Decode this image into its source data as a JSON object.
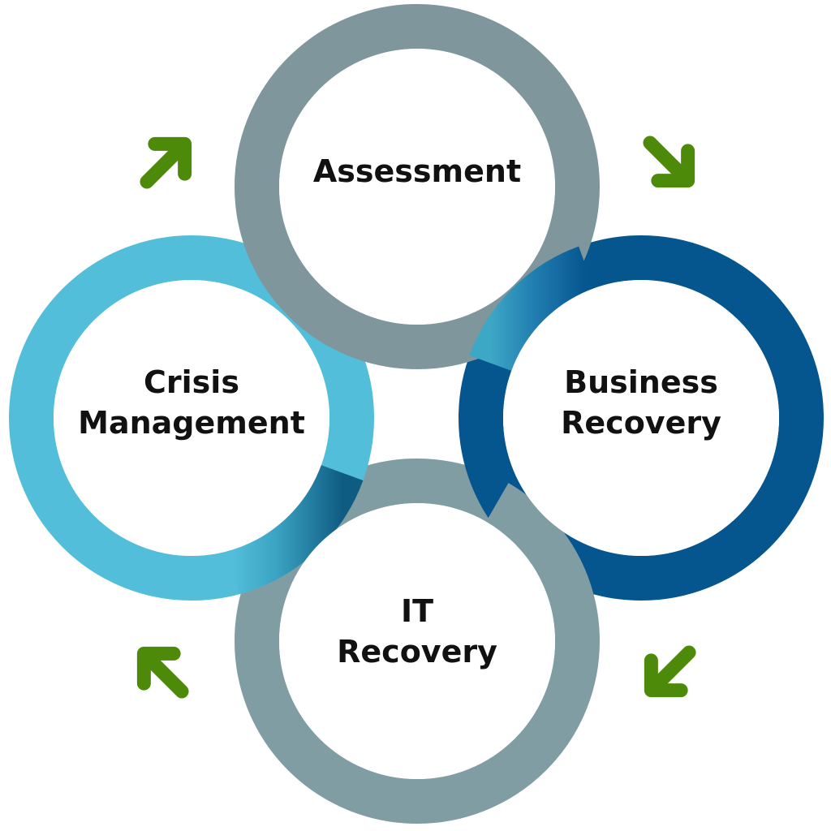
{
  "diagram": {
    "nodes": [
      {
        "id": "top",
        "lines": [
          "Assessment"
        ],
        "color": "#7F969C"
      },
      {
        "id": "right",
        "lines": [
          "Business",
          "Recovery"
        ],
        "color": "#05558F"
      },
      {
        "id": "bottom",
        "lines": [
          "IT",
          "Recovery"
        ],
        "color": "#809DA3"
      },
      {
        "id": "left",
        "lines": [
          "Crisis",
          "Management"
        ],
        "color": "#52BEDA"
      }
    ],
    "arrow_color": "#4E8A0A",
    "arrows": [
      {
        "name": "arrow-up-right-icon",
        "direction": "up-right"
      },
      {
        "name": "arrow-down-right-icon",
        "direction": "down-right"
      },
      {
        "name": "arrow-down-left-icon",
        "direction": "down-left"
      },
      {
        "name": "arrow-up-left-icon",
        "direction": "up-left"
      }
    ]
  }
}
